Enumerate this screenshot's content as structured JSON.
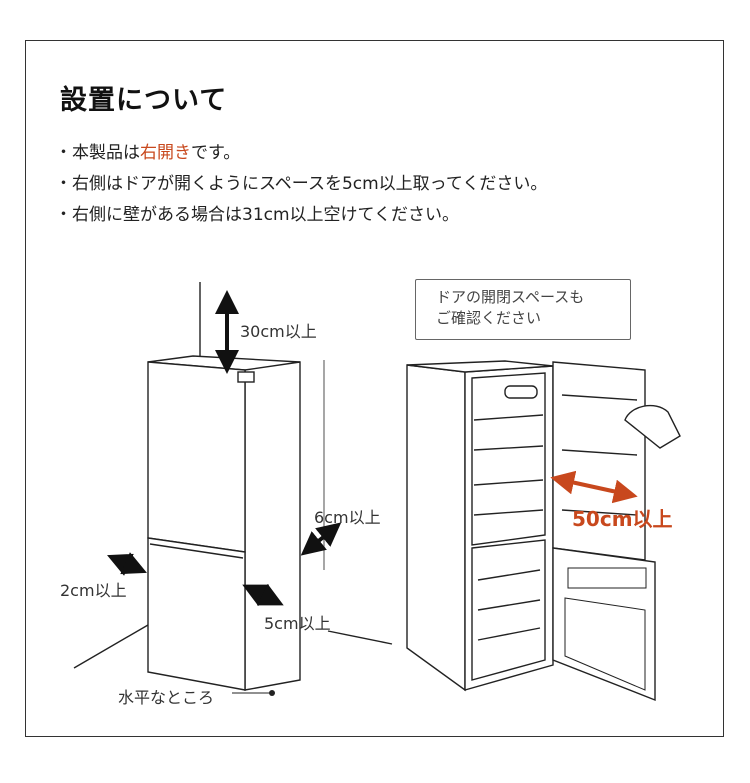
{
  "title": "設置について",
  "bullets": {
    "line1_prefix": "・本製品は",
    "line1_accent": "右開き",
    "line1_suffix": "です。",
    "line2": "・右側はドアが開くようにスペースを5cm以上取ってください。",
    "line3": "・右側に壁がある場合は31cm以上空けてください。"
  },
  "labels": {
    "top_clearance": "30cm以上",
    "right_side": "6cm以上",
    "left_side": "2cm以上",
    "back_side": "5cm以上",
    "level": "水平なところ",
    "door_swing": "50cm以上"
  },
  "bubble": {
    "line1": "ドアの開閉スペースも",
    "line2": "ご確認ください"
  },
  "colors": {
    "accent": "#c8481d",
    "line": "#222222"
  }
}
